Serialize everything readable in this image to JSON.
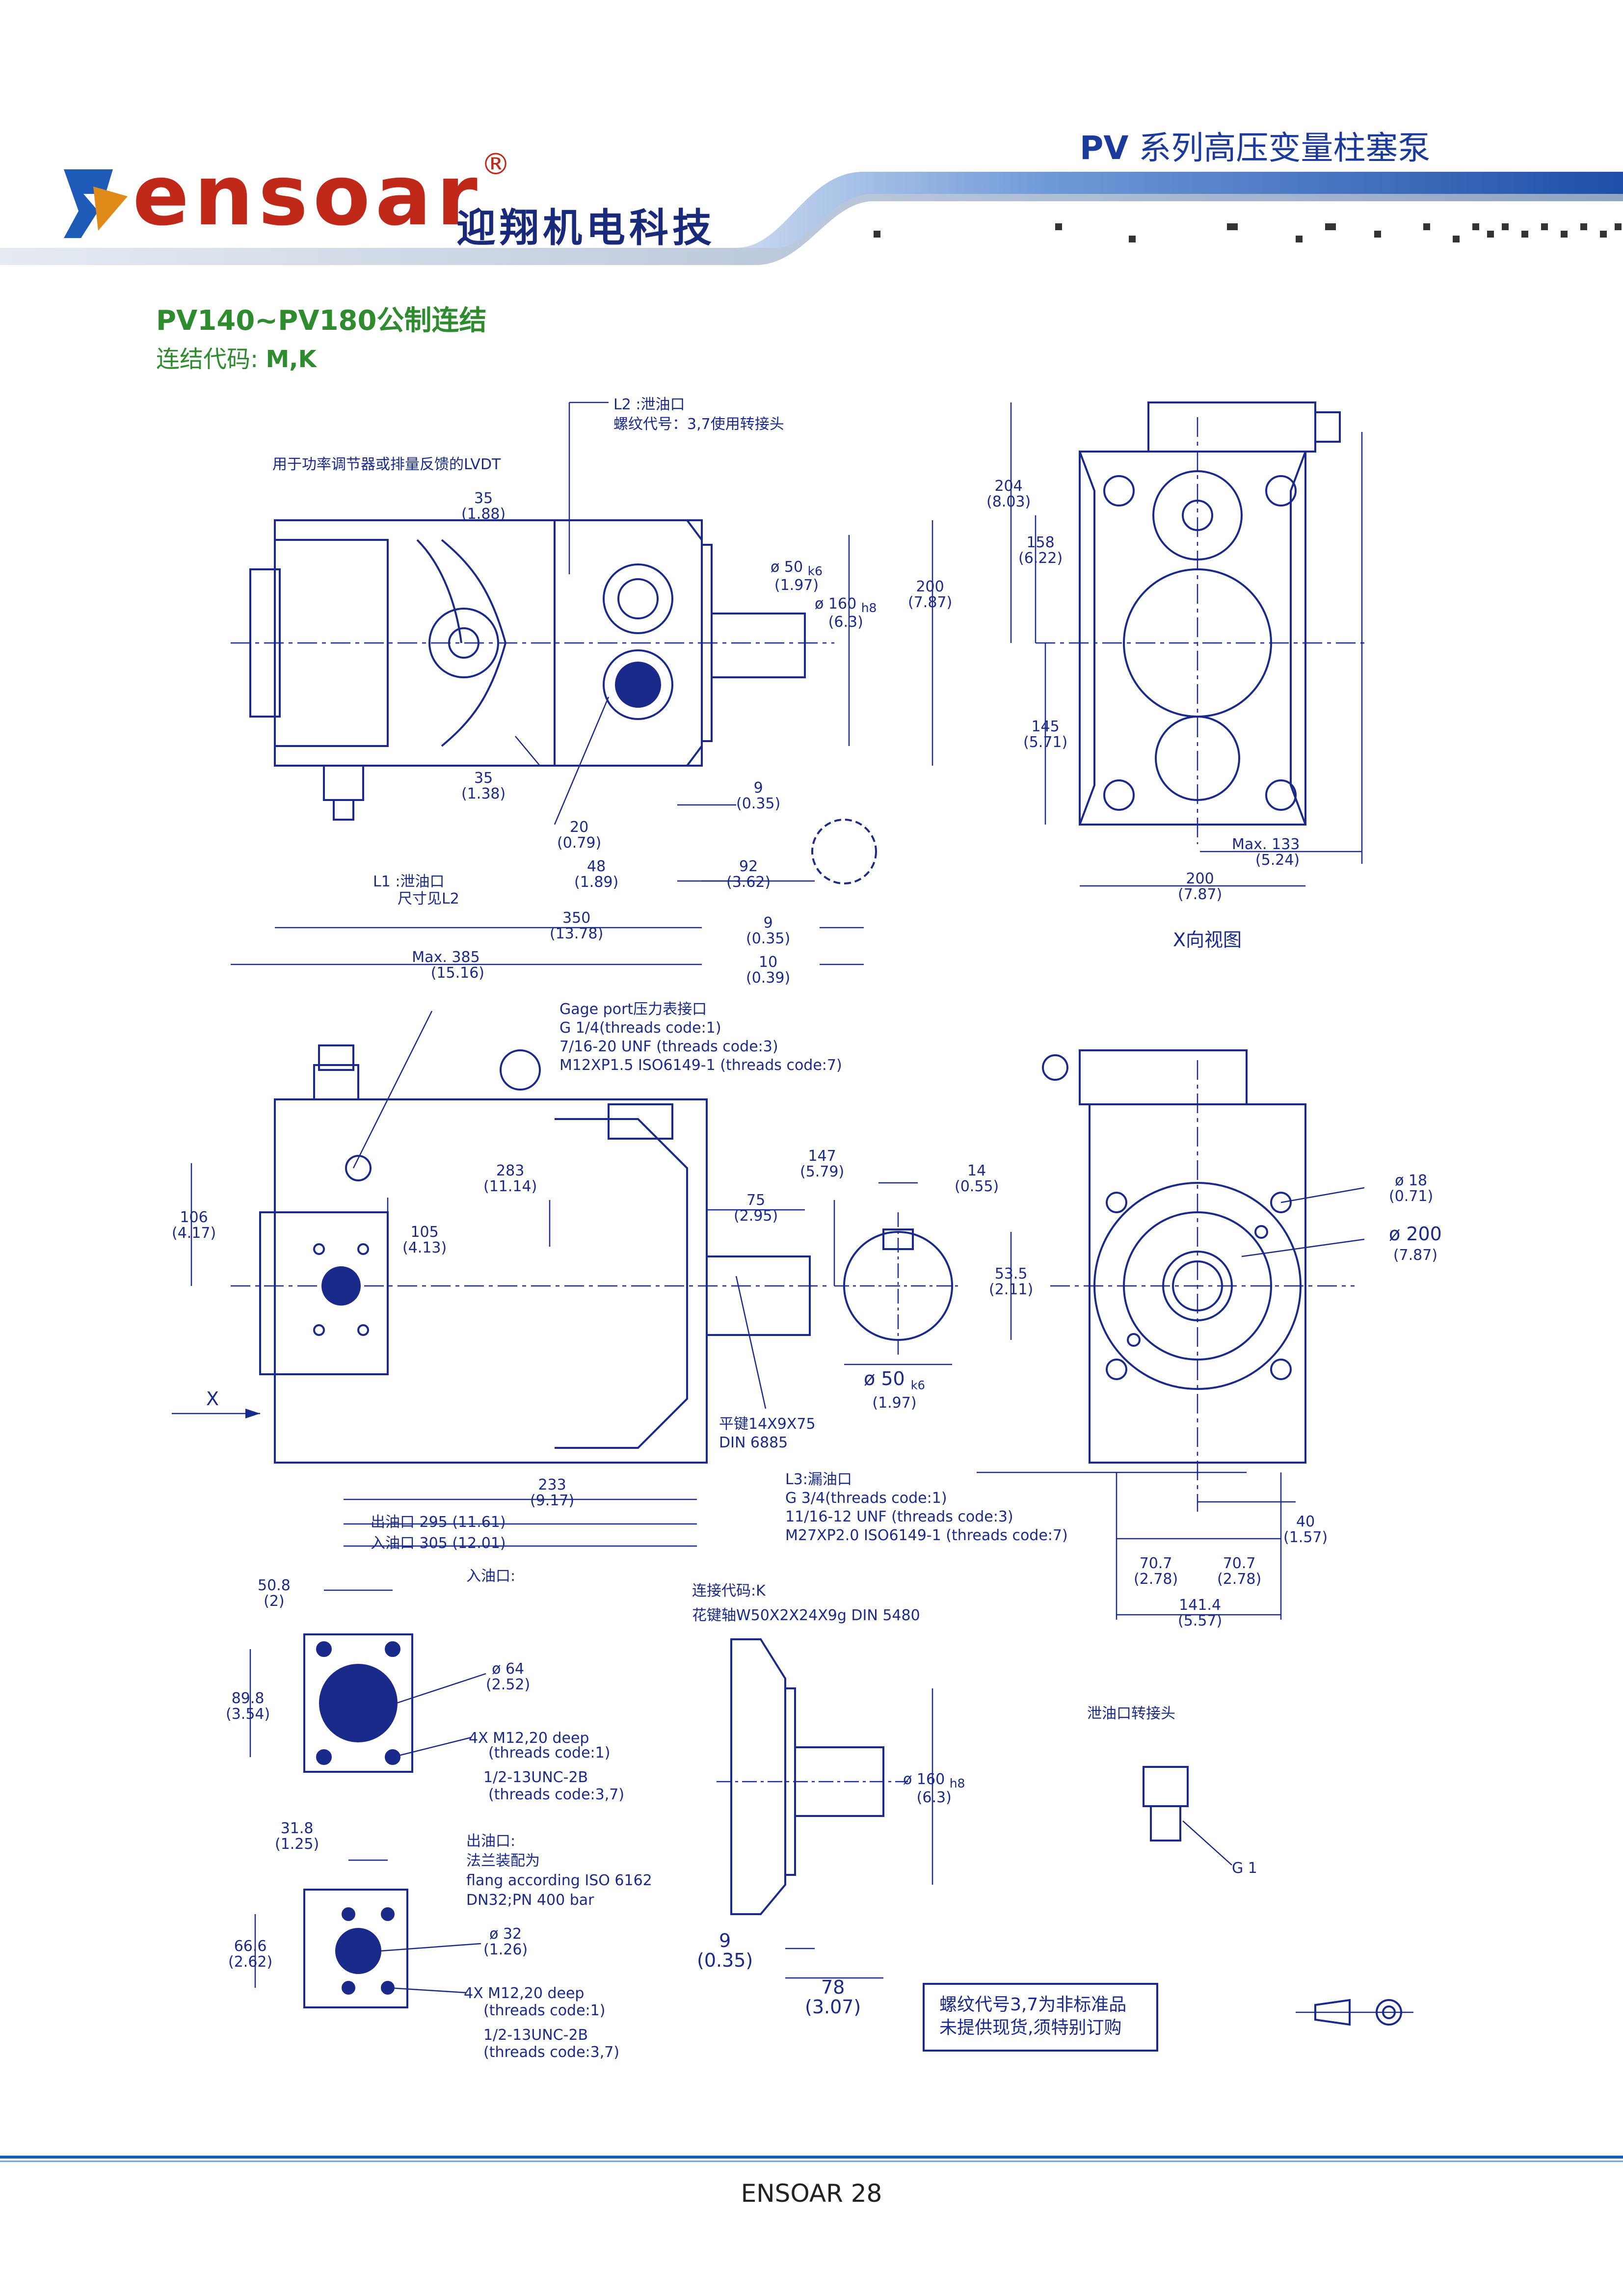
{
  "header": {
    "brand_logo_text": "ensoar",
    "brand_cn": "迎翔机电科技",
    "title_prefix": "PV",
    "title_rest": " 系列高压变量柱塞泵"
  },
  "section": {
    "title": "PV140~PV180公制连结",
    "subtitle_prefix": "连结代码: ",
    "subtitle_codes": "M,K"
  },
  "view_labels": {
    "x_view": "X向视图",
    "x_arrow": "X"
  },
  "annotations": {
    "l2_drain_title": "L2 :泄油口",
    "l2_drain_thread": "螺纹代号：3,7使用转接头",
    "lvdt": "用于功率调节器或排量反馈的LVDT",
    "l1_drain_title": "L1 :泄油口",
    "l1_drain_size": "尺寸见L2",
    "gage_title": "Gage port压力表接口",
    "gage_1": "G 1/4(threads code:1)",
    "gage_2": "7/16-20 UNF (threads code:3)",
    "gage_3": "M12XP1.5 ISO6149-1 (threads code:7)",
    "key": "平键14X9X75",
    "key_std": "DIN 6885",
    "l3_title": "L3:漏油口",
    "l3_1": "G 3/4(threads code:1)",
    "l3_2": "11/16-12 UNF (threads code:3)",
    "l3_3": "M27XP2.0 ISO6149-1 (threads code:7)",
    "outlet_295": "出油口 295  (11.61)",
    "inlet_305": "入油口 305  (12.01)",
    "inlet_label": "入油口:",
    "spline_code": "连接代码:K",
    "spline_desc": "花键轴W50X2X24X9g DIN 5480",
    "drain_adapter": "泄油口转接头",
    "g1": "G 1",
    "inlet_bolts_1": "4X M12,20 deep",
    "inlet_bolts_2": "(threads code:1)",
    "inlet_bolts_3": "1/2-13UNC-2B",
    "inlet_bolts_4": "(threads code:3,7)",
    "outlet_title": "出油口:",
    "outlet_flange": "法兰装配为",
    "outlet_flange_en": "flang according ISO 6162",
    "outlet_dn": "DN32;PN 400 bar",
    "outlet_bolts_1": "4X M12,20 deep",
    "outlet_bolts_2": "(threads code:1)",
    "outlet_bolts_3": "1/2-13UNC-2B",
    "outlet_bolts_4": "(threads code:3,7)"
  },
  "dimensions": {
    "d35a": "35",
    "d35a_in": "(1.88)",
    "d35b": "35",
    "d35b_in": "(1.38)",
    "d50": "ø 50",
    "d50_tol": "k6",
    "d50_in": "(1.97)",
    "d160": "ø 160",
    "d160_tol": "h8",
    "d160_in": "(6.3)",
    "d200": "200",
    "d200_in": "(7.87)",
    "d9": "9",
    "d9_in": "(0.35)",
    "d20": "20",
    "d20_in": "(0.79)",
    "d48": "48",
    "d48_in": "(1.89)",
    "d92": "92",
    "d92_in": "(3.62)",
    "d350": "350",
    "d350_in": "(13.78)",
    "d9b": "9",
    "d9b_in": "(0.35)",
    "d10": "10",
    "d10_in": "(0.39)",
    "d385_pre": "Max.",
    "d385": "385",
    "d385_in": "(15.16)",
    "d204": "204",
    "d204_in": "(8.03)",
    "d158": "158",
    "d158_in": "(6.22)",
    "d145": "145",
    "d145_in": "(5.71)",
    "d133_pre": "Max.",
    "d133": "133",
    "d133_in": "(5.24)",
    "d200x": "200",
    "d200x_in": "(7.87)",
    "d283": "283",
    "d283_in": "(11.14)",
    "d106": "106",
    "d106_in": "(4.17)",
    "d105": "105",
    "d105_in": "(4.13)",
    "d147": "147",
    "d147_in": "(5.79)",
    "d75": "75",
    "d75_in": "(2.95)",
    "d14": "14",
    "d14_in": "(0.55)",
    "d53": "53.5",
    "d53_in": "(2.11)",
    "d50b": "ø 50",
    "d50b_tol": "k6",
    "d50b_in": "(1.97)",
    "d233": "233",
    "d233_in": "(9.17)",
    "d18": "ø 18",
    "d18_in": "(0.71)",
    "d200f": "ø 200",
    "d200f_in": "(7.87)",
    "d40": "40",
    "d40_in": "(1.57)",
    "d70a": "70.7",
    "d70a_in": "(2.78)",
    "d70b": "70.7",
    "d70b_in": "(2.78)",
    "d141": "141.4",
    "d141_in": "(5.57)",
    "d508": "50.8",
    "d508_in": "(2)",
    "d898": "89.8",
    "d898_in": "(3.54)",
    "d64": "ø 64",
    "d64_in": "(2.52)",
    "d318": "31.8",
    "d318_in": "(1.25)",
    "d666": "66.6",
    "d666_in": "(2.62)",
    "d32": "ø 32",
    "d32_in": "(1.26)",
    "d160b": "ø 160",
    "d160b_tol": "h8",
    "d160b_in": "(6.3)",
    "d9c": "9",
    "d9c_in": "(0.35)",
    "d78": "78",
    "d78_in": "(3.07)"
  },
  "notice": {
    "line1": "螺纹代号3,7为非标准品",
    "line2": "未提供现货,须特别订购"
  },
  "footer": {
    "page": "ENSOAR 28"
  },
  "colors": {
    "line": "#1a2a8a",
    "brand_red": "#c0281a",
    "title_green": "#2e8b2e",
    "band_blue": "#1e5ab8"
  }
}
